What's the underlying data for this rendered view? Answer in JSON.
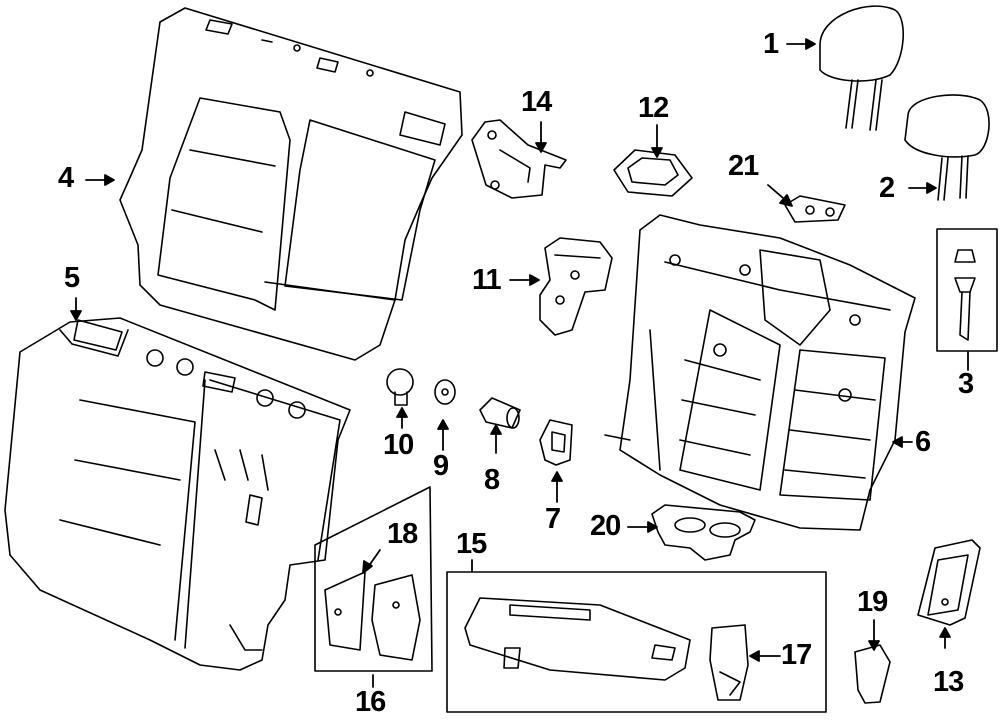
{
  "diagram": {
    "colors": {
      "line": "#000000",
      "background": "#ffffff"
    },
    "callouts": {
      "c1": "1",
      "c2": "2",
      "c3": "3",
      "c4": "4",
      "c5": "5",
      "c6": "6",
      "c7": "7",
      "c8": "8",
      "c9": "9",
      "c10": "10",
      "c11": "11",
      "c12": "12",
      "c13": "13",
      "c14": "14",
      "c15": "15",
      "c16": "16",
      "c17": "17",
      "c18": "18",
      "c19": "19",
      "c20": "20",
      "c21": "21"
    }
  }
}
